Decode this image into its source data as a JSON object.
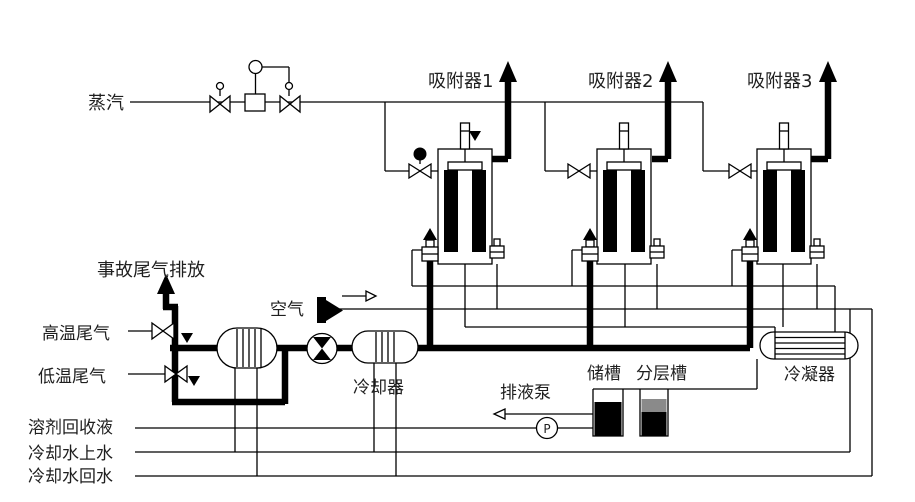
{
  "labels": {
    "steam": "蒸汽",
    "adsorber1": "吸附器1",
    "adsorber2": "吸附器2",
    "adsorber3": "吸附器3",
    "accident_vent": "事故尾气排放",
    "hot_tail_gas": "高温尾气",
    "cold_tail_gas": "低温尾气",
    "air": "空气",
    "cooler": "冷却器",
    "drain_pump": "排液泵",
    "storage_tank": "储槽",
    "layering_tank": "分层槽",
    "condenser": "冷凝器",
    "solvent_recovery_liquid": "溶剂回收液",
    "cooling_water_supply": "冷却水上水",
    "cooling_water_return": "冷却水回水",
    "pump_letter": "P"
  },
  "colors": {
    "line": "#000000",
    "background": "#ffffff",
    "tank_liquid": "#000000",
    "layer_band": "#8a8a8a"
  },
  "symbols": [
    "adsorber-vessel-icon",
    "bowtie-valve-icon",
    "x-valve-icon",
    "control-valve-station-icon",
    "shell-tube-exchanger-icon",
    "blower-icon",
    "pump-icon",
    "check-valve-icon",
    "flow-arrow-icon",
    "open-tank-icon"
  ]
}
